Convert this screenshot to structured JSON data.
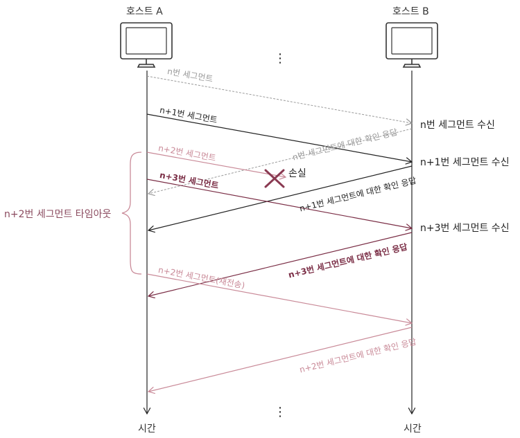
{
  "hosts": {
    "a": "호스트 A",
    "b": "호스트 B"
  },
  "time_label_a": "시간",
  "time_label_b": "시간",
  "ellipsis": "⋮",
  "timeout_label": "n+2번 세그먼트 타임아웃",
  "loss_label": "손실",
  "events": {
    "recv_n": "n번 세그먼트 수신",
    "recv_n1": "n+1번 세그먼트 수신",
    "recv_n3": "n+3번 세그먼트 수신"
  },
  "messages": {
    "seg_n": "n번 세그먼트",
    "seg_n1": "n+1번 세그먼트",
    "ack_n": "n번 세그먼트에 대한 확인 응답",
    "seg_n2": "n+2번 세그먼트",
    "seg_n3": "n+3번 세그먼트",
    "ack_n1": "n+1번 세그먼트에 대한 확인 응답",
    "ack_n3": "n+3번 세그먼트에 대한 확인 응답",
    "seg_n2_retx": "n+2번 세그먼트(재전송)",
    "ack_n2": "n+2번 세그먼트에 대한 확인 응답"
  },
  "colors": {
    "black": "#222222",
    "gray": "#999999",
    "pink": "#c98a98",
    "maroon": "#7a2d45",
    "loss_x": "#8a3a52",
    "timeout": "#8a4a5e"
  }
}
